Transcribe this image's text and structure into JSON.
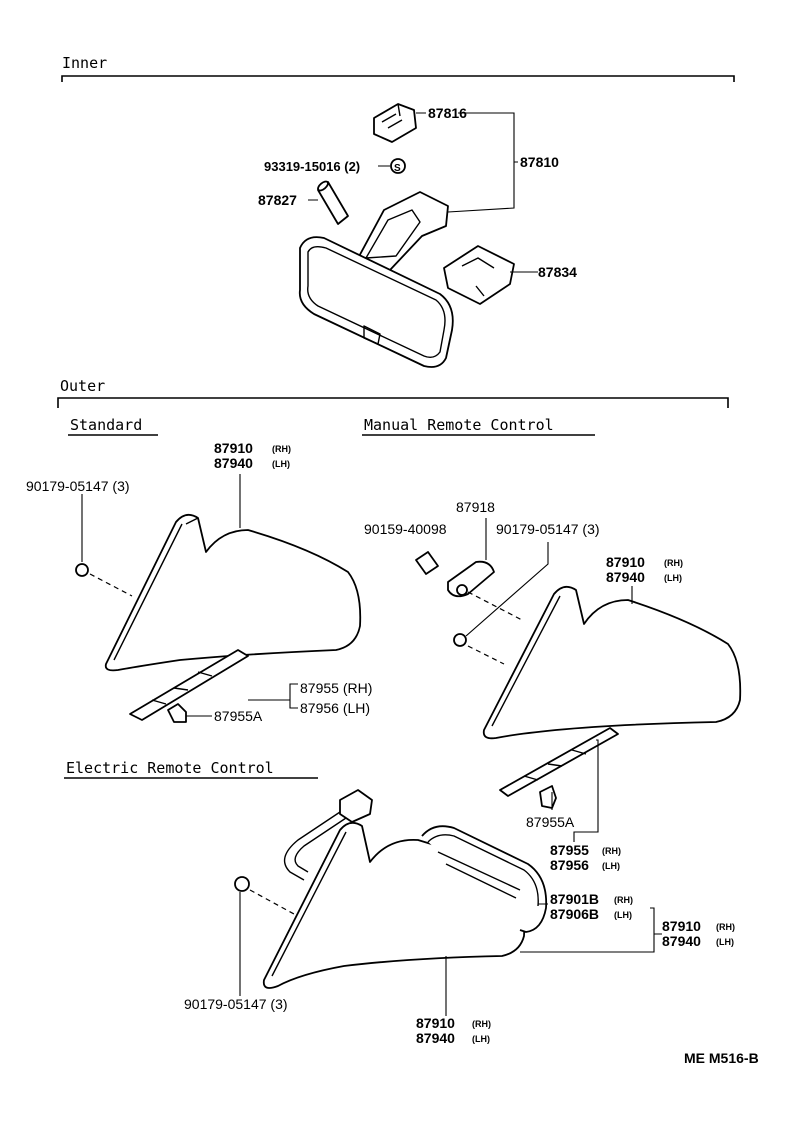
{
  "sections": {
    "inner": "Inner",
    "outer": "Outer",
    "standard": "Standard",
    "manual": "Manual Remote Control",
    "electric": "Electric Remote Control"
  },
  "inner": {
    "bracket": "87816",
    "screw": "93319-15016 (2)",
    "screw_symbol": "S",
    "mirror": "87810",
    "pin": "87827",
    "cover": "87834"
  },
  "standard": {
    "mirror_rh": "87910",
    "mirror_lh": "87940",
    "tag_rh": "(RH)",
    "tag_lh": "(LH)",
    "nut": "90179-05147 (3)",
    "garnish_rh": "87955 (RH)",
    "garnish_lh": "87956 (LH)",
    "clip": "87955A"
  },
  "manual": {
    "knob": "87918",
    "screw": "90159-40098",
    "nut": "90179-05147 (3)",
    "mirror_rh": "87910",
    "mirror_lh": "87940",
    "tag_rh": "(RH)",
    "tag_lh": "(LH)",
    "clip": "87955A",
    "garnish_rh": "87955",
    "garnish_lh": "87956",
    "gtag_rh": "(RH)",
    "gtag_lh": "(LH)"
  },
  "electric": {
    "glass_rh": "87901B",
    "glass_lh": "87906B",
    "gtag_rh": "(RH)",
    "gtag_lh": "(LH)",
    "sub_rh": "87910",
    "sub_lh": "87940",
    "stag_rh": "(RH)",
    "stag_lh": "(LH)",
    "nut": "90179-05147 (3)",
    "mirror_rh": "87910",
    "mirror_lh": "87940",
    "tag_rh": "(RH)",
    "tag_lh": "(LH)"
  },
  "footer": {
    "code": "ME M516-B"
  }
}
